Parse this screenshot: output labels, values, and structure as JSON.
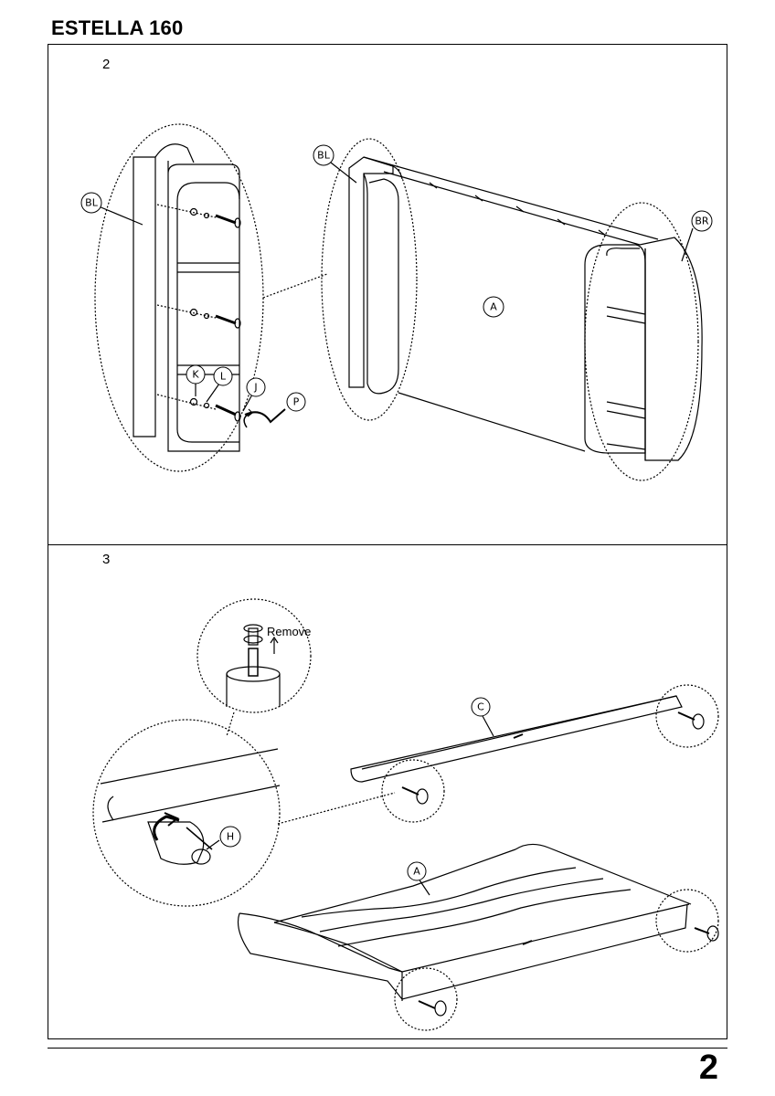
{
  "header": {
    "title": "ESTELLA 160"
  },
  "steps": [
    {
      "number": "2"
    },
    {
      "number": "3"
    }
  ],
  "labels": {
    "bl": "BL",
    "br": "BR",
    "a": "A",
    "k": "K",
    "l": "L",
    "j": "J",
    "p": "P",
    "c": "C",
    "h": "H"
  },
  "callout": {
    "remove": "Remove"
  },
  "footer": {
    "page_number": "2"
  }
}
